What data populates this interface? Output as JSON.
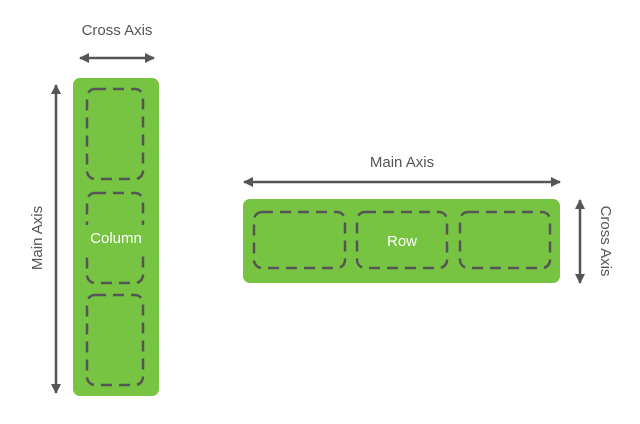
{
  "colors": {
    "container_fill": "#76c442",
    "slot_stroke": "#555555",
    "arrow": "#555555",
    "label_text": "#555555",
    "inner_text": "#ffffff",
    "background": "#ffffff"
  },
  "column_diagram": {
    "container_label": "Column",
    "cross_axis_label": "Cross Axis",
    "main_axis_label": "Main Axis",
    "child_count": 3
  },
  "row_diagram": {
    "container_label": "Row",
    "main_axis_label": "Main Axis",
    "cross_axis_label": "Cross Axis",
    "child_count": 3
  }
}
